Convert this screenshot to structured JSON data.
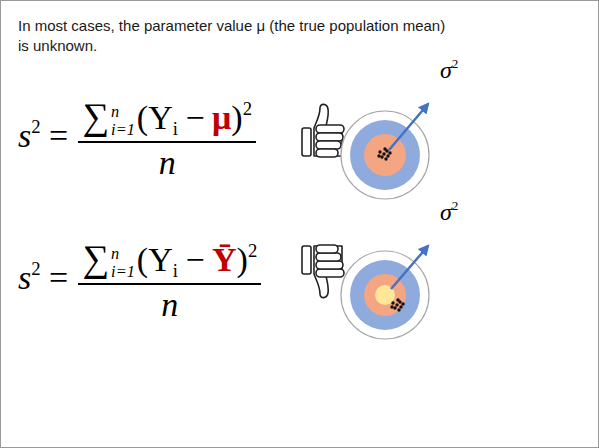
{
  "diagram": {
    "labels": [
      "In most cases, the parameter value μ (the true population mean) is unknown.",
      "s",
      "2",
      "=",
      "∑",
      "n",
      "i=1",
      "(Y",
      "i",
      "−",
      "μ",
      ")",
      "2",
      "n",
      "σ",
      "2",
      "s",
      "2",
      "=",
      "∑",
      "n",
      "i=1",
      "(Y",
      "i",
      "−",
      "Ȳ",
      ")",
      "2",
      "n",
      "σ",
      "2"
    ]
  }
}
